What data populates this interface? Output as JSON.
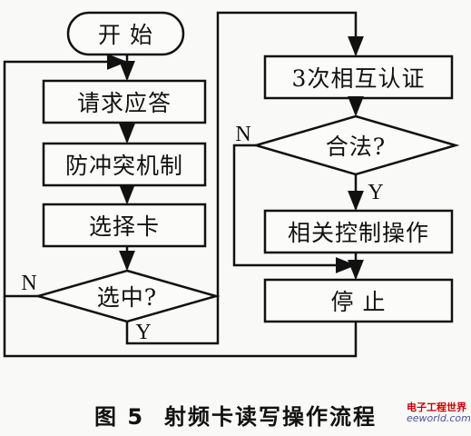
{
  "flowchart": {
    "start": "开  始",
    "request_answer": "请求应答",
    "anticollision": "防冲突机制",
    "select_card": "选择卡",
    "selected_q": "选中?",
    "mutual_auth": "3次相互认证",
    "valid_q": "合法?",
    "control_op": "相关控制操作",
    "stop": "停  止",
    "yes_label_1": "Y",
    "no_label_1": "N",
    "yes_label_2": "Y",
    "no_label_2": "N"
  },
  "caption": {
    "figure_no": "图 5",
    "title": "射频卡读写操作流程"
  },
  "watermark": {
    "cn": "电子工程世界",
    "en": "eeworld.com.cn"
  }
}
